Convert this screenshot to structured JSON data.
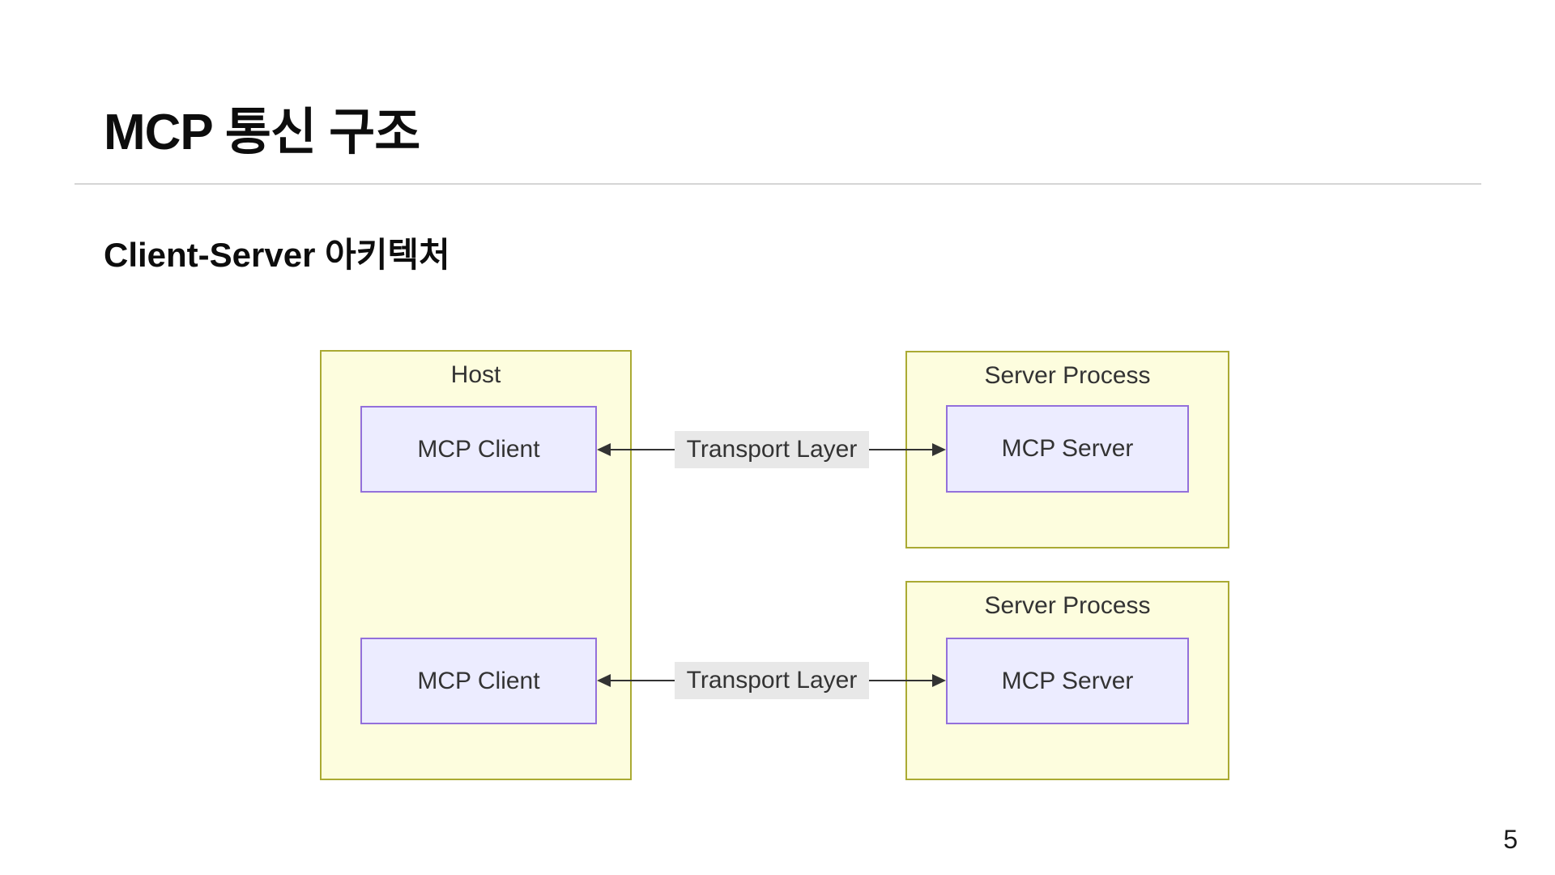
{
  "slide": {
    "title": "MCP 통신 구조",
    "subtitle": "Client-Server 아키텍처",
    "page_number": "5"
  },
  "diagram": {
    "host": {
      "label": "Host",
      "clients": [
        {
          "label": "MCP Client"
        },
        {
          "label": "MCP Client"
        }
      ]
    },
    "server_processes": [
      {
        "label": "Server Process",
        "server": {
          "label": "MCP Server"
        }
      },
      {
        "label": "Server Process",
        "server": {
          "label": "MCP Server"
        }
      }
    ],
    "connections": [
      {
        "label": "Transport Layer",
        "direction": "bidirectional"
      },
      {
        "label": "Transport Layer",
        "direction": "bidirectional"
      }
    ],
    "colors": {
      "container_fill": "#fdfdde",
      "container_border": "#aaaa33",
      "node_fill": "#ececff",
      "node_border": "#9370db",
      "edge_label_bg": "#e8e8e8",
      "edge_color": "#333333",
      "diagram_text": "#333333"
    }
  }
}
